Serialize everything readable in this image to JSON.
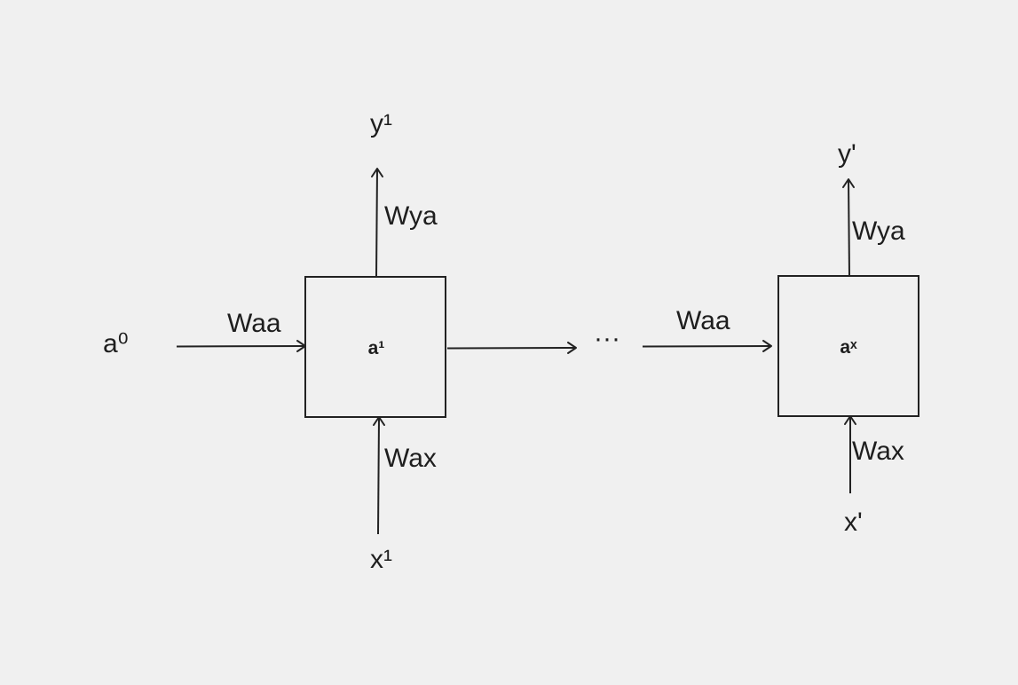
{
  "diagram": {
    "colors": {
      "background": "#f0f0f0",
      "stroke": "#222222",
      "text": "#1e1e1e"
    },
    "cells": {
      "first": {
        "label": "a¹"
      },
      "last": {
        "label": "aˣ"
      }
    },
    "inputs": {
      "a0": "a⁰",
      "x_first": "x¹",
      "x_last": "x'"
    },
    "outputs": {
      "y_first": "y¹",
      "y_last": "y'"
    },
    "weights": {
      "waa_first": "Waa",
      "waa_last": "Waa",
      "wya_first": "Wya",
      "wya_last": "Wya",
      "wax_first": "Wax",
      "wax_last": "Wax"
    },
    "ellipsis": "···"
  }
}
